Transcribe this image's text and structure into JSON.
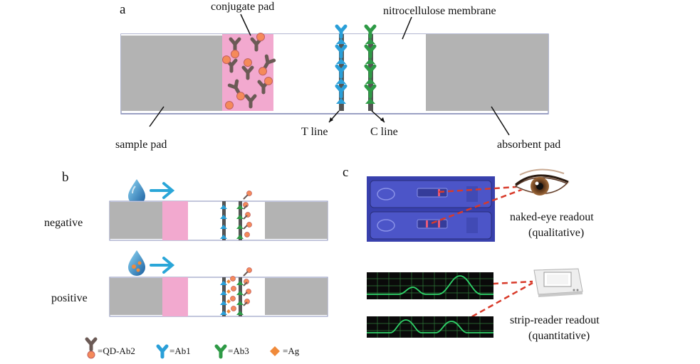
{
  "panels": {
    "a": "a",
    "b": "b",
    "c": "c"
  },
  "panel_a": {
    "conjugate_pad": "conjugate pad",
    "nitrocellulose_membrane": "nitrocellulose membrane",
    "sample_pad": "sample pad",
    "absorbent_pad": "absorbent pad",
    "t_line": "T line",
    "c_line": "C line"
  },
  "panel_b": {
    "negative": "negative",
    "positive": "positive"
  },
  "panel_c": {
    "naked_eye_1": "naked-eye readout",
    "naked_eye_2": "(qualitative)",
    "strip_reader_1": "strip-reader readout",
    "strip_reader_2": "(quantitative)"
  },
  "legend": {
    "qd_ab2": "=QD-Ab2",
    "ab1": "=Ab1",
    "ab3": "=Ab3",
    "ag": "=Ag"
  },
  "colors": {
    "pad_gray": "#b3b3b3",
    "conjugate_pink": "#f2a9cf",
    "t_line_blue": "#2a9fd8",
    "c_line_green": "#2e9a46",
    "antibody_dark": "#6b5a55",
    "qd_orange": "#f58a5a",
    "antigen_orange": "#f08a3a",
    "arrow_blue": "#2aa6d8",
    "dash_red": "#d83a2a",
    "strip_blue": "#3c46b8",
    "reader_trace": "#2fd46a"
  },
  "icons": [
    "eye-icon",
    "strip-reader-device-icon",
    "water-drop-icon",
    "arrow-right-icon"
  ]
}
